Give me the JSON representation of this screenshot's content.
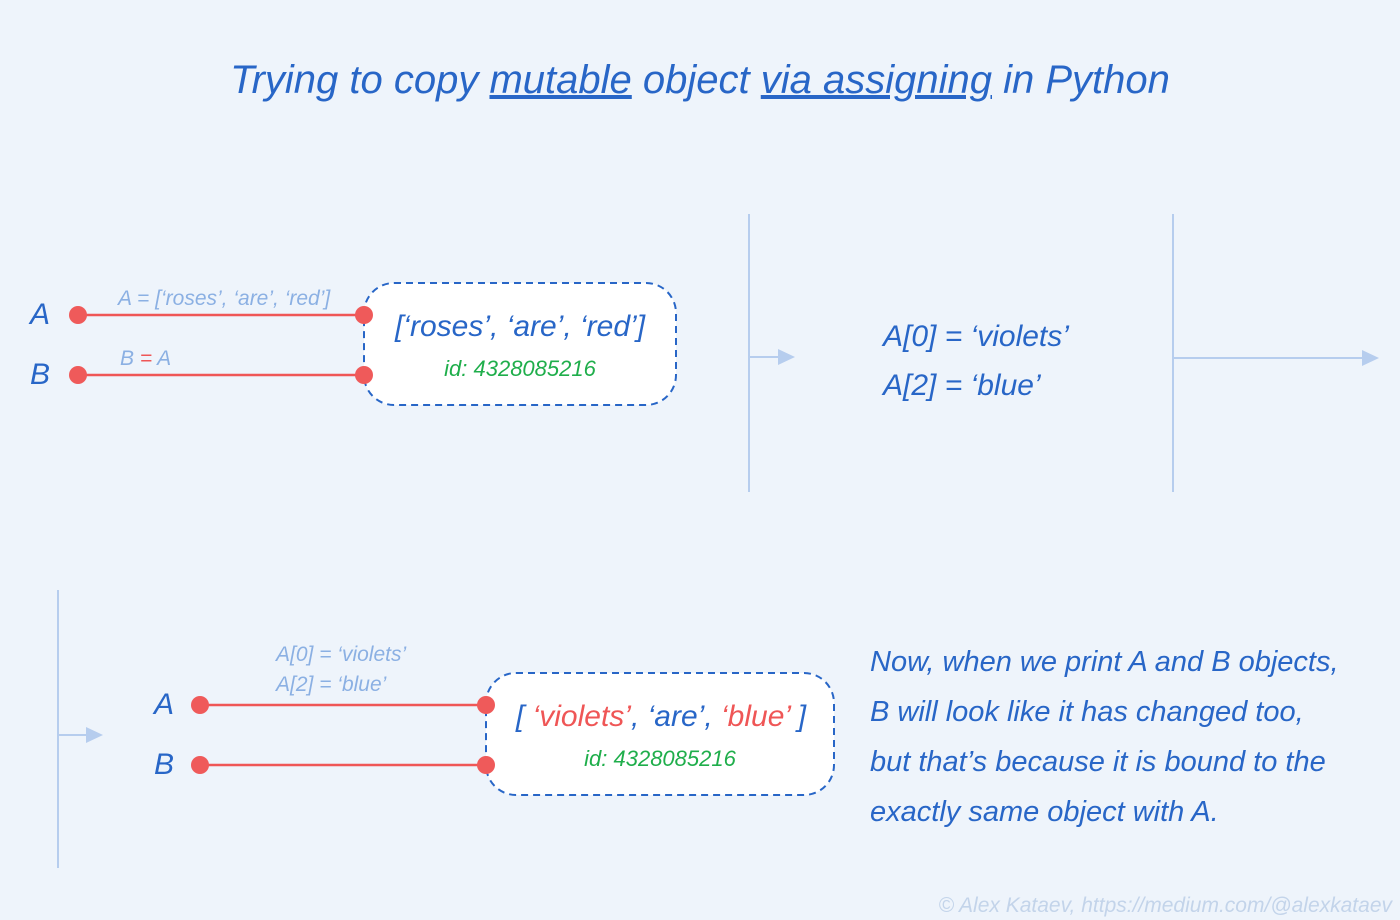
{
  "title": {
    "part1": "Trying to copy ",
    "part2": "mutable",
    "part3": " object ",
    "part4": "via assigning",
    "part5": " in Python"
  },
  "step1": {
    "var_a": "A",
    "var_b": "B",
    "label_a": "A = [‘roses’, ‘are’, ‘red’]",
    "label_b_left": "B ",
    "label_b_eq": "=",
    "label_b_right": " A",
    "object_value": "[‘roses’, ‘are’, ‘red’]",
    "object_id": "id: 4328085216"
  },
  "operation": {
    "line1": "A[0] = ‘violets’",
    "line2": "A[2] = ‘blue’"
  },
  "step2": {
    "var_a": "A",
    "var_b": "B",
    "label_line1": "A[0] = ‘violets’",
    "label_line2": "A[2] = ‘blue’",
    "object_parts": [
      "[ ",
      "‘violets’",
      ", ‘are’, ",
      "‘blue’",
      " ]"
    ],
    "object_id": "id: 4328085216"
  },
  "note": {
    "lines": [
      "Now, when we print A and B objects,",
      "B will look like it has changed too,",
      "but that’s because it is bound to the",
      "exactly same object with A."
    ]
  },
  "credit": "© Alex Kataev, https://medium.com/@alexkataev",
  "colors": {
    "background": "#eef4fb",
    "primary_blue": "#2866c7",
    "light_blue": "#8bb0e3",
    "reference_red": "#ef5656",
    "id_green": "#1fae4b",
    "divider": "#b6cdee"
  }
}
